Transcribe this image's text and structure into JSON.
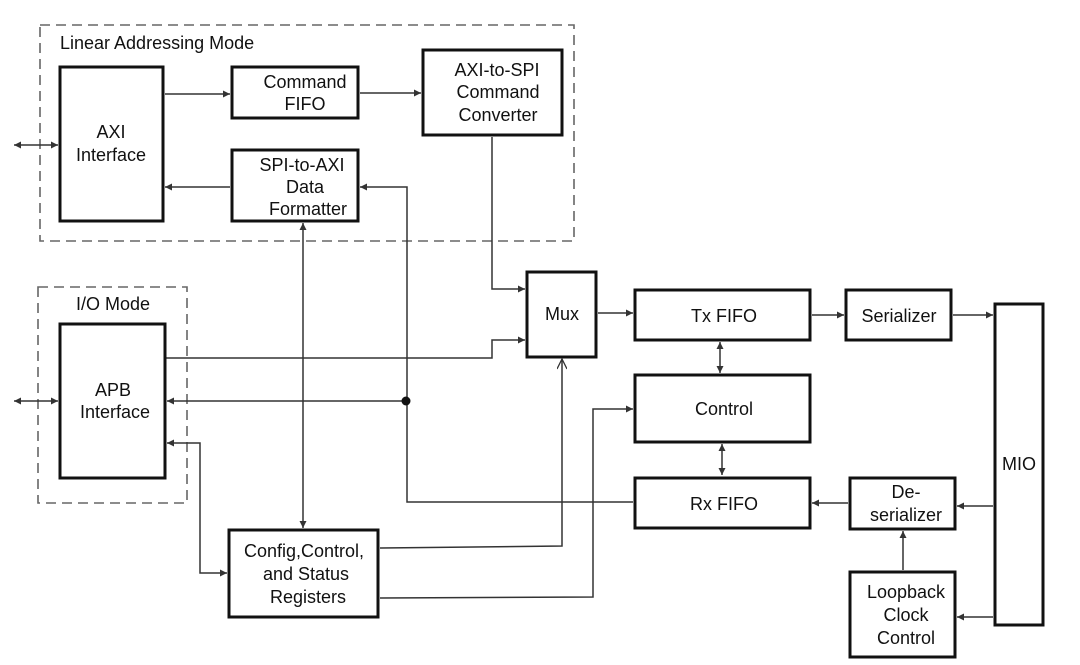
{
  "groups": {
    "linear_mode": "Linear Addressing Mode",
    "io_mode": "I/O Mode"
  },
  "blocks": {
    "axi_interface": [
      "AXI",
      "Interface"
    ],
    "command_fifo": [
      "Command",
      "FIFO"
    ],
    "axi_to_spi": [
      "AXI-to-SPI",
      "Command",
      "Converter"
    ],
    "spi_to_axi": [
      "SPI-to-AXI",
      "Data",
      "Formatter"
    ],
    "apb_interface": [
      "APB",
      "Interface"
    ],
    "mux": [
      "Mux"
    ],
    "tx_fifo": [
      "Tx FIFO"
    ],
    "control": [
      "Control"
    ],
    "rx_fifo": [
      "Rx FIFO"
    ],
    "serializer": [
      "Serializer"
    ],
    "deserializer": [
      "De-",
      "serializer"
    ],
    "loopback": [
      "Loopback",
      "Clock",
      "Control"
    ],
    "mio": [
      "MIO"
    ],
    "config_regs": [
      "Config,Control,",
      "and Status",
      "Registers"
    ]
  },
  "colors": {
    "stroke": "#111111",
    "wire": "#333333",
    "dash": "#666666",
    "background": "#ffffff"
  }
}
